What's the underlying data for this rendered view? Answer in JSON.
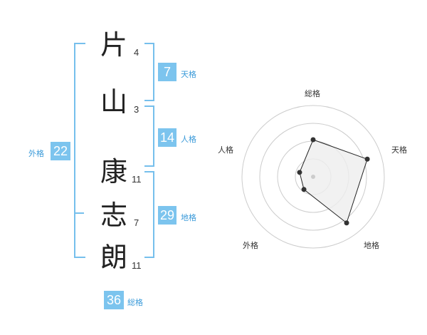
{
  "name": {
    "chars": [
      {
        "char": "片",
        "strokes": "4"
      },
      {
        "char": "山",
        "strokes": "3"
      },
      {
        "char": "康",
        "strokes": "11"
      },
      {
        "char": "志",
        "strokes": "7"
      },
      {
        "char": "朗",
        "strokes": "11"
      }
    ]
  },
  "kaku": {
    "tenkaku": {
      "value": "7",
      "label": "天格"
    },
    "jinkaku": {
      "value": "14",
      "label": "人格"
    },
    "chikaku": {
      "value": "29",
      "label": "地格"
    },
    "gaikaku": {
      "value": "22",
      "label": "外格"
    },
    "soukaku": {
      "value": "36",
      "label": "総格"
    }
  },
  "chart_data": {
    "type": "radar",
    "axes": [
      "総格",
      "天格",
      "地格",
      "外格",
      "人格"
    ],
    "rings": 4,
    "values": [
      2.6,
      4.0,
      4.0,
      1.1,
      1.0
    ],
    "max": 5,
    "colors": {
      "fill": "#eeeeee",
      "line": "#222222",
      "grid": "#cccccc",
      "point": "#333333"
    }
  }
}
